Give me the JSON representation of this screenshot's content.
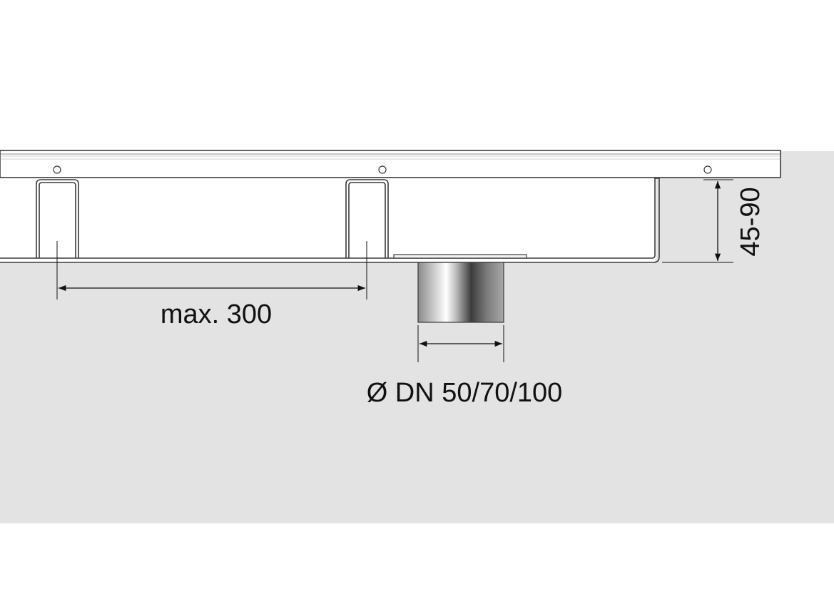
{
  "labels": {
    "spacing": "max. 300",
    "outlet_diameter": "Ø DN 50/70/100",
    "height_range": "45-90"
  },
  "colors": {
    "background_floor": "#e3e3e3",
    "page": "#ffffff",
    "line": "#3a3a3a",
    "grate_fill": "#ffffff"
  }
}
